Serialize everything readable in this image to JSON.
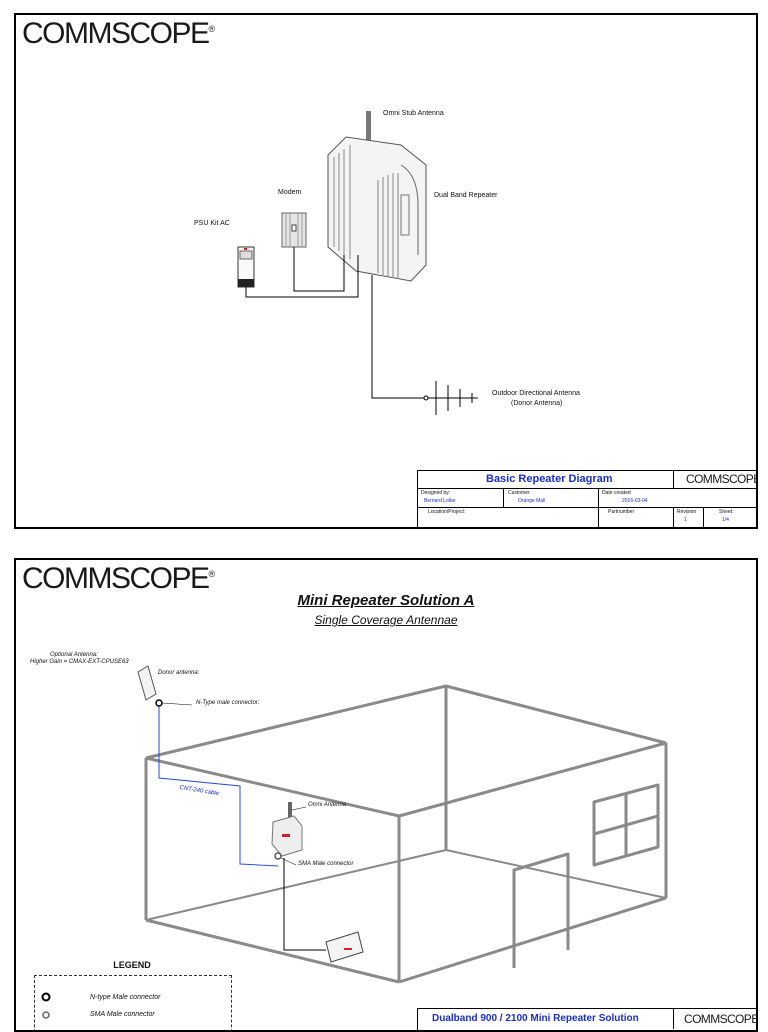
{
  "logo": {
    "text": "COMMSCOPE",
    "reg": "®"
  },
  "sheet1": {
    "labels": {
      "omni_stub_antenna": "Omni Stub Antenna",
      "dual_band_repeater": "Dual Band Repeater",
      "modem": "Modem",
      "psu_kit": "PSU Kit AC",
      "outdoor_antenna_line1": "Outdoor Directional Antenna",
      "outdoor_antenna_line2": "(Donor Antenna)"
    },
    "title_block": {
      "title": "Basic Repeater Diagram",
      "designed_by_label": "Designed by:",
      "designed_by_value": "Bernard Lollar",
      "customer_label": "Customer",
      "customer_value": "Orange Mali",
      "date_label": "Date created",
      "date_value": "2016-03-04",
      "location_label": "Location/Project:",
      "partnumber_label": "Partnumber",
      "revision_label": "Revision",
      "revision_value": "1",
      "sheet_label": "Sheet:",
      "sheet_value": "1/4"
    }
  },
  "sheet2": {
    "title": "Mini Repeater Solution A",
    "subtitle": "Single Coverage Antennae",
    "optional_antenna_line1": "Optional Antenna:",
    "optional_antenna_line2": "Higher Gain = CMAX-EXT-CPUSE63",
    "donor_antenna": "Donor antenna:",
    "n_type_connector": "N-Type male connector:",
    "cable": "CNT-240 cable",
    "omni_antenna": "Omni Antenna",
    "sma_connector": "SMA Male connector",
    "legend": {
      "title": "LEGEND",
      "items": [
        "N-type Male connector",
        "SMA Male connector"
      ]
    },
    "title_block": {
      "title": "Dualband 900 / 2100 Mini Repeater Solution"
    }
  },
  "colors": {
    "title_blue": "#1a2fc0",
    "cable_blue": "#2a4fd0",
    "accent_red": "#d81b2c"
  }
}
